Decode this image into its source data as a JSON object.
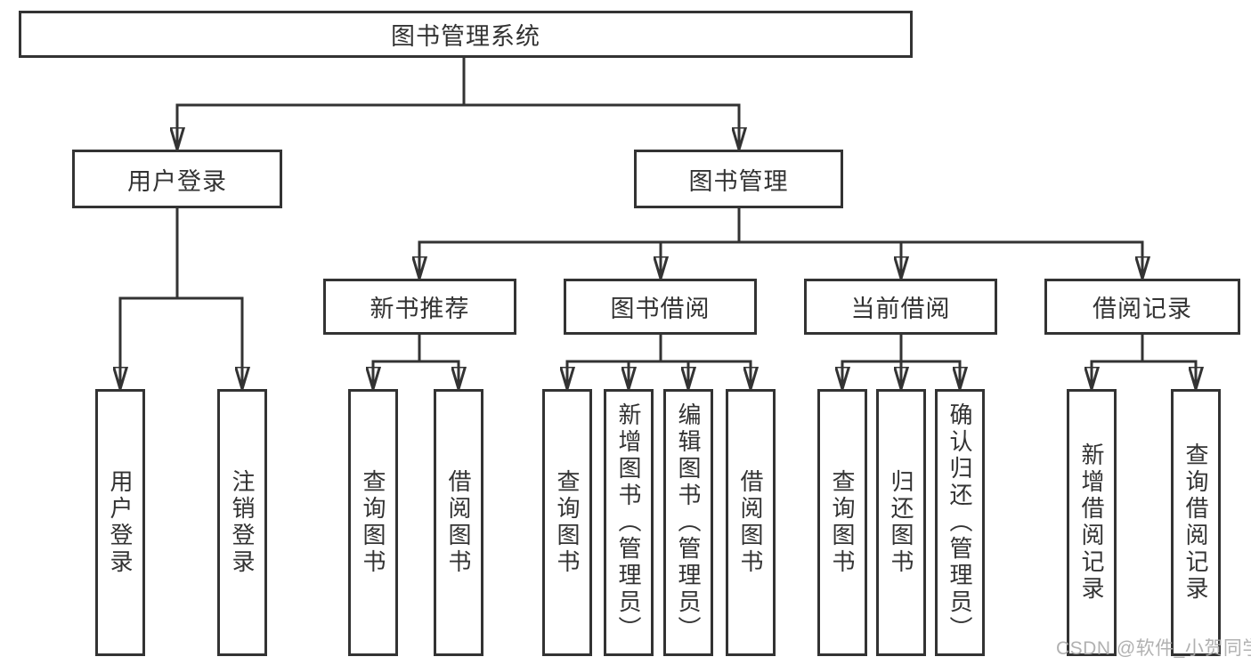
{
  "colors": {
    "line": "#333333",
    "box_border": "#333333",
    "text": "#333333",
    "background": "#ffffff",
    "watermark": "#ababab"
  },
  "watermark": {
    "text": "CSDN @软件_小贺同学"
  },
  "tree": {
    "root": {
      "label": "图书管理系统",
      "children": [
        {
          "label": "用户登录",
          "children": [
            {
              "label": "用户登录"
            },
            {
              "label": "注销登录"
            }
          ]
        },
        {
          "label": "图书管理",
          "children": [
            {
              "label": "新书推荐",
              "children": [
                {
                  "label": "查询图书"
                },
                {
                  "label": "借阅图书"
                }
              ]
            },
            {
              "label": "图书借阅",
              "children": [
                {
                  "label": "查询图书"
                },
                {
                  "label": "新增图书（管理员）"
                },
                {
                  "label": "编辑图书（管理员）"
                },
                {
                  "label": "借阅图书"
                }
              ]
            },
            {
              "label": "当前借阅",
              "children": [
                {
                  "label": "查询图书"
                },
                {
                  "label": "归还图书"
                },
                {
                  "label": "确认归还（管理员）"
                }
              ]
            },
            {
              "label": "借阅记录",
              "children": [
                {
                  "label": "新增借阅记录"
                },
                {
                  "label": "查询借阅记录"
                }
              ]
            }
          ]
        }
      ]
    }
  }
}
